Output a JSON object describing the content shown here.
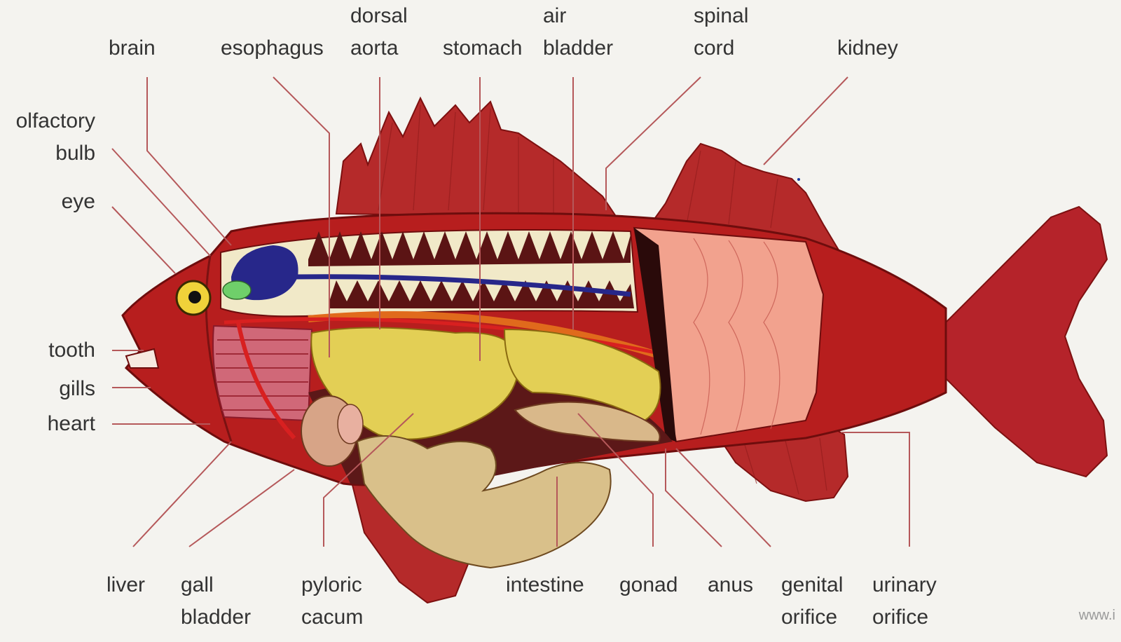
{
  "labels": {
    "brain": "brain",
    "esophagus": "esophagus",
    "dorsal_aorta": [
      "dorsal",
      "aorta"
    ],
    "stomach": "stomach",
    "air_bladder": [
      "air",
      "bladder"
    ],
    "spinal_cord": [
      "spinal",
      "cord"
    ],
    "kidney": "kidney",
    "olfactory_bulb": [
      "olfactory",
      "bulb"
    ],
    "eye": "eye",
    "tooth": "tooth",
    "gills": "gills",
    "heart": "heart",
    "liver": "liver",
    "gall_bladder": [
      "gall",
      "bladder"
    ],
    "pyloric_cacum": [
      "pyloric",
      "cacum"
    ],
    "intestine": "intestine",
    "gonad": "gonad",
    "anus": "anus",
    "genital_orifice": [
      "genital",
      "orifice"
    ],
    "urinary_orifice": [
      "urinary",
      "orifice"
    ]
  },
  "watermark": "www.i",
  "colors": {
    "background": "#f4f3ef",
    "body": "#b71e1e",
    "fin": "#b52a2a",
    "muscle": "#f2a28e",
    "organ_yellow": "#e3cf55",
    "intestine": "#d9c08a",
    "brain": "#27278a",
    "olfactory_bulb": "#6fcf6a",
    "leader_line": "#b5585a"
  }
}
